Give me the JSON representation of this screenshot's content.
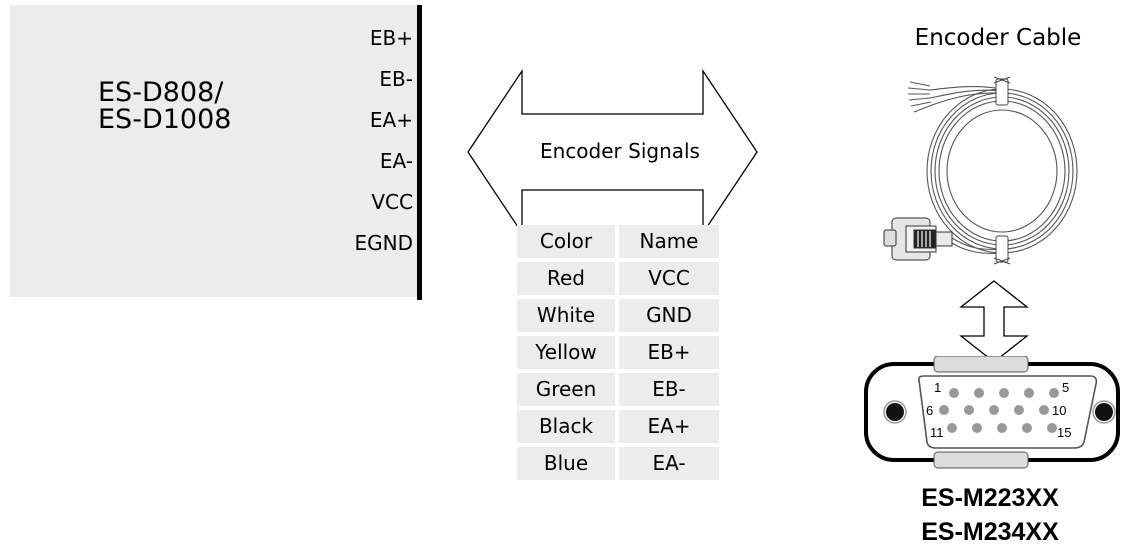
{
  "driver": {
    "model_lines": [
      "ES-D808/",
      "ES-D1008"
    ],
    "pins": [
      "EB+",
      "EB-",
      "EA+",
      "EA-",
      "VCC",
      "EGND"
    ]
  },
  "arrow": {
    "label": "Encoder Signals"
  },
  "color_table": {
    "headers": [
      "Color",
      "Name"
    ],
    "rows": [
      [
        "Red",
        "VCC"
      ],
      [
        "White",
        "GND"
      ],
      [
        "Yellow",
        "EB+"
      ],
      [
        "Green",
        "EB-"
      ],
      [
        "Black",
        "EA+"
      ],
      [
        "Blue",
        "EA-"
      ]
    ]
  },
  "cable": {
    "title": "Encoder Cable"
  },
  "connector": {
    "pin_labels": [
      "1",
      "5",
      "6",
      "10",
      "11",
      "15"
    ]
  },
  "part_numbers": [
    "ES-M223XX",
    "ES-M234XX"
  ]
}
